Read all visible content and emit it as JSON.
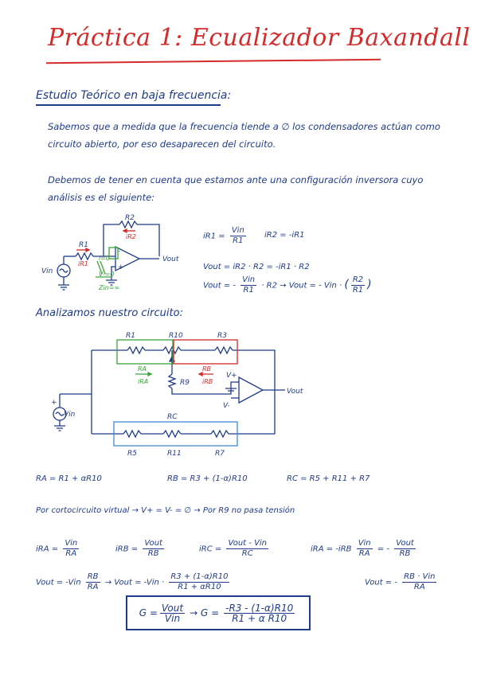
{
  "title": "Práctica 1: Ecualizador Baxandall",
  "section1": {
    "heading": "Estudio Teórico en baja frecuencia:",
    "para1_line1": "Sabemos que a medida que la frecuencia tiende a ∅ los condensadores actúan como",
    "para1_line2": "circuito abierto, por eso desaparecen del circuito.",
    "para2_line1": "Debemos de tener en cuenta que estamos ante una configuración inversora cuyo",
    "para2_line2": "análisis es el siguiente:"
  },
  "circuit1": {
    "r2": "R2",
    "ir2": "iR2",
    "r1": "R1",
    "ir1": "iR1",
    "i0": "i=0",
    "vminus": "V-=0",
    "vplus": "V+=0",
    "zin": "Zin=∞",
    "vin": "Vin",
    "vout": "Vout",
    "plus": "+",
    "minus": "-"
  },
  "equations1": {
    "ir1_lhs": "iR1 =",
    "ir1_num": "Vin",
    "ir1_den": "R1",
    "ir2": "iR2 = -iR1",
    "vout1": "Vout = iR2 · R2 = -iR1 · R2",
    "vout2_lhs": "Vout = -",
    "vout2_num": "Vin",
    "vout2_den": "R1",
    "vout2_mid": "· R2 → Vout = - Vin ·",
    "vout2_fnum": "R2",
    "vout2_fden": "R1"
  },
  "section2": {
    "heading": "Analizamos nuestro circuito:"
  },
  "circuit2": {
    "r1": "R1",
    "r10": "R10",
    "r3": "R3",
    "ra": "RA",
    "ira": "iRA",
    "rb": "RB",
    "irb": "iRB",
    "r9": "R9",
    "vplus": "V+",
    "vminus": "V-",
    "vout": "Vout",
    "vin": "Vin",
    "rc": "RC",
    "r5": "R5",
    "r11": "R11",
    "r7": "R7",
    "plus": "+"
  },
  "equations2": {
    "ra": "RA = R1 + αR10",
    "rb": "RB = R3 + (1-α)R10",
    "rc": "RC = R5 + R11 + R7",
    "virtual": "Por cortocircuito virtual → V+ = V- = ∅ → Por R9 no pasa tensión",
    "ira_lhs": "iRA =",
    "ira_num": "Vin",
    "ira_den": "RA",
    "irb_lhs": "iRB =",
    "irb_num": "Vout",
    "irb_den": "RB",
    "irc_lhs": "iRC =",
    "irc_num": "Vout - Vin",
    "irc_den": "RC",
    "rel_lhs": "iRA = -iRB",
    "rel_num1": "Vin",
    "rel_den1": "RA",
    "rel_eq": "= -",
    "rel_num2": "Vout",
    "rel_den2": "RB",
    "vout_a_lhs": "Vout = -Vin",
    "vout_a_num": "RB",
    "vout_a_den": "RA",
    "vout_a_mid": "→ Vout = -Vin ·",
    "vout_a_fnum": "R3 + (1-α)R10",
    "vout_a_fden": "R1 + αR10",
    "vout_b_lhs": "Vout = -",
    "vout_b_num": "RB · Vin",
    "vout_b_den": "RA"
  },
  "final": {
    "g_lhs": "G =",
    "g_num": "Vout",
    "g_den": "Vin",
    "arrow": "→ G =",
    "g2_num": "-R3 - (1-α)R10",
    "g2_den": "R1 + α R10"
  },
  "colors": {
    "ink": "#1f3b8a",
    "red": "#d42a2a",
    "green": "#3aa53a",
    "blue_box": "#3d8ad6"
  }
}
